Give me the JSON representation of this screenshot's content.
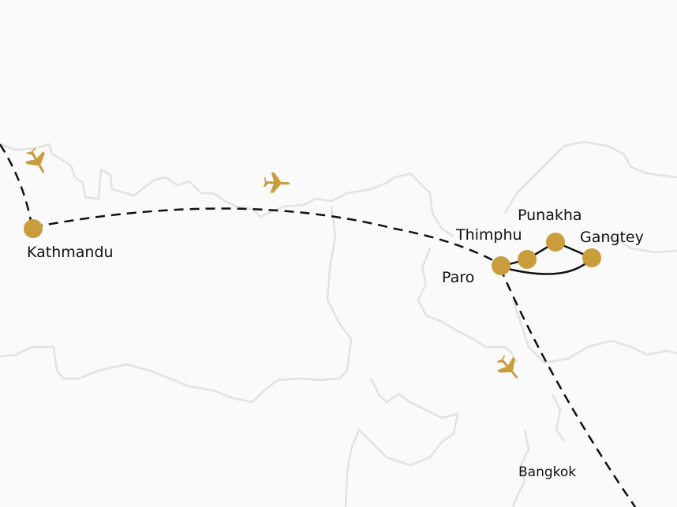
{
  "colors": {
    "marker": "#c99c3c",
    "route": "#111111",
    "border": "#e2e2e2",
    "background": "#fafafa"
  },
  "cities": [
    {
      "name": "Kathmandu"
    },
    {
      "name": "Paro"
    },
    {
      "name": "Thimphu"
    },
    {
      "name": "Punakha"
    },
    {
      "name": "Gangtey"
    }
  ],
  "other_labels": {
    "bangkok": "Bangkok"
  },
  "icons": [
    "plane-icon",
    "plane-icon",
    "plane-icon"
  ]
}
